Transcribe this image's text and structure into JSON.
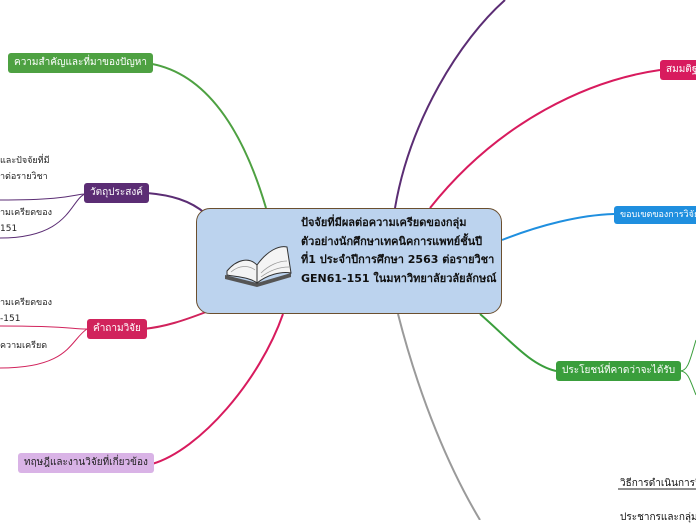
{
  "central_topic": "ปัจจัยที่มีผลต่อความเครียดของกลุ่มตัวอย่างนักศึกษาเทคนิคการแพทย์ชั้นปีที่1 ประจำปีการศึกษา 2563 ต่อรายวิชา GEN61-151 ในมหาวิทยาลัยวลัยลักษณ์",
  "icon": "open-book-icon",
  "branches": {
    "importance": "ความสำคัญและที่มาของปัญหา",
    "objectives": "วัตถุประสงค์",
    "questions": "คำถามวิจัย",
    "theory": "ทฤษฎีและงานวิจัยที่เกี่ยวข้อง",
    "assumption": "สมมติฐ",
    "scope": "ขอบเขตของการวิจัย",
    "benefits": "ประโยชน์ที่คาดว่าจะได้รับ",
    "method": "วิธีการดำเนินการวิ",
    "population": "ประชากรและกลุ่ม"
  },
  "subtopics": {
    "obj_1_line1": "และปัจจัยที่มี",
    "obj_1_line2": "าต่อรายวิชา",
    "obj_2_line1": "ามเครียดของ",
    "obj_2_line2": "151",
    "q_1_line1": "ามเครียดของ",
    "q_1_line2": "-151",
    "q_2_line1": "ความเครียด"
  },
  "colors": {
    "importance": "#4ea142",
    "objectives": "#5b2d74",
    "questions": "#d1235c",
    "theory": "#d9b3e6",
    "assumption": "#d81b5e",
    "scope": "#1f8fdf",
    "benefits": "#3a9e3c",
    "top": "#5b2d74",
    "method": "#9a9a9a",
    "central_fill": "#bcd3ee",
    "central_border": "#6b4f2f"
  }
}
